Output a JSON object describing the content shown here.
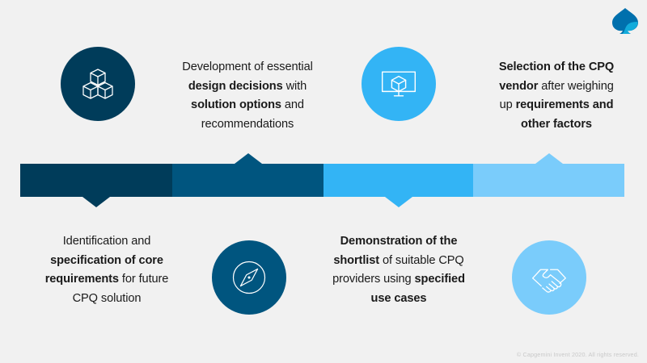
{
  "slide": {
    "background_color": "#f1f1f1",
    "footer": "© Capgemini Invent 2020. All rights reserved.",
    "logo_name": "capgemini-invent-logo",
    "logo_colors": {
      "dark": "#0070ad",
      "light": "#12abdb"
    }
  },
  "timeline": {
    "segments": [
      {
        "label": "phase-1",
        "color": "#003c5a",
        "width_pct": 25.2,
        "pointer": "down"
      },
      {
        "label": "phase-2",
        "color": "#00557f",
        "width_pct": 25.0,
        "pointer": "up"
      },
      {
        "label": "phase-3",
        "color": "#33b4f5",
        "width_pct": 24.8,
        "pointer": "down"
      },
      {
        "label": "phase-4",
        "color": "#7accfb",
        "width_pct": 25.0,
        "pointer": "up"
      }
    ]
  },
  "steps": [
    {
      "id": "step-1",
      "position": "bottom",
      "icon": "compass-icon",
      "circle_color": "#00557f",
      "text_plain": "Identification and specification of core requirements for future CPQ solution",
      "text_html": "Identification and<br><b>specification of core<br>requirements</b> for future<br>CPQ solution"
    },
    {
      "id": "step-2",
      "position": "top",
      "icon": "three-cubes-icon",
      "circle_color": "#003c5a",
      "text_plain": "Development of essential design decisions with solution options and recommendations",
      "text_html": "Development of essential<br><b>design decisions</b> with<br><b>solution options</b> and<br>recommendations"
    },
    {
      "id": "step-3",
      "position": "bottom",
      "icon": "handshake-icon",
      "circle_color": "#7accfb",
      "text_plain": "Demonstration of the shortlist of suitable CPQ providers using specified use cases",
      "text_html": "<b>Demonstration of the<br>shortlist</b> of suitable CPQ<br>providers using <b>specified<br>use cases</b>"
    },
    {
      "id": "step-4",
      "position": "top",
      "icon": "monitor-cube-icon",
      "circle_color": "#33b4f5",
      "text_plain": "Selection of the CPQ vendor after weighing up requirements and other factors",
      "text_html": "<b>Selection of the CPQ<br>vendor</b> after weighing<br>up <b>requirements and<br>other factors</b>"
    }
  ]
}
